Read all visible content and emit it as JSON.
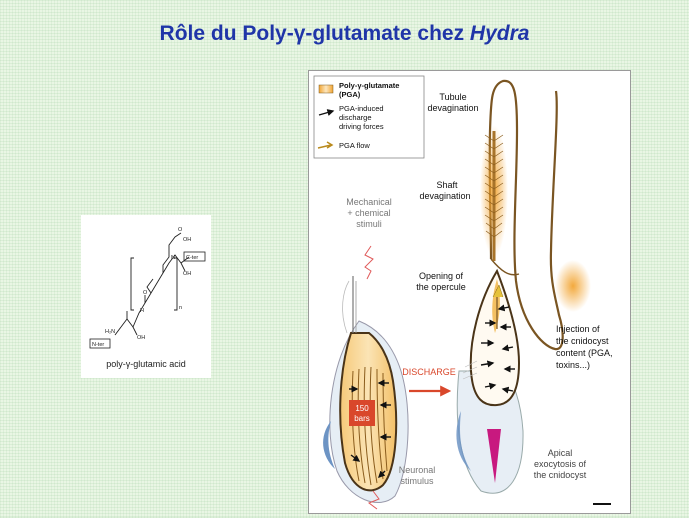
{
  "slide": {
    "title_prefix": "Rôle du Poly-γ-glutamate chez ",
    "title_italic": "Hydra"
  },
  "chemical": {
    "caption": "poly-γ-glutamic acid",
    "n_ter": "N-ter",
    "c_ter": "C-ter",
    "repeat_index": "n",
    "atoms": {
      "o": "O",
      "oh": "OH",
      "nh": "H",
      "h2n": "H₂N",
      "n": "N"
    }
  },
  "legend": {
    "pga_label_line1": "Poly-γ-glutamate",
    "pga_label_line2": "(PGA)",
    "forces_line1": "PGA-induced",
    "forces_line2": "discharge",
    "forces_line3": "driving forces",
    "flow": "PGA flow"
  },
  "labels": {
    "tubule_line1": "Tubule",
    "tubule_line2": "devagination",
    "shaft_line1": "Shaft",
    "shaft_line2": "devagination",
    "mech_line1": "Mechanical",
    "mech_line2": "+ chemical",
    "mech_line3": "stimuli",
    "opening_line1": "Opening of",
    "opening_line2": "the opercule",
    "injection_line1": "Injection of",
    "injection_line2": "the cnidocyst",
    "injection_line3": "content (PGA,",
    "injection_line4": "toxins...)",
    "discharge": "DISCHARGE",
    "pressure_line1": "150",
    "pressure_line2": "bars",
    "apical_line1": "Apical",
    "apical_line2": "exocytosis of",
    "apical_line3": "the cnidocyst",
    "neuronal_line1": "Neuronal",
    "neuronal_line2": "stimulus"
  },
  "colors": {
    "title": "#1f35a8",
    "pga_orange": "#f2a533",
    "discharge_red": "#d9472b",
    "pressure_box": "#d9472b",
    "toxin_magenta": "#c8197f",
    "capsule_outline": "#4a3418"
  }
}
